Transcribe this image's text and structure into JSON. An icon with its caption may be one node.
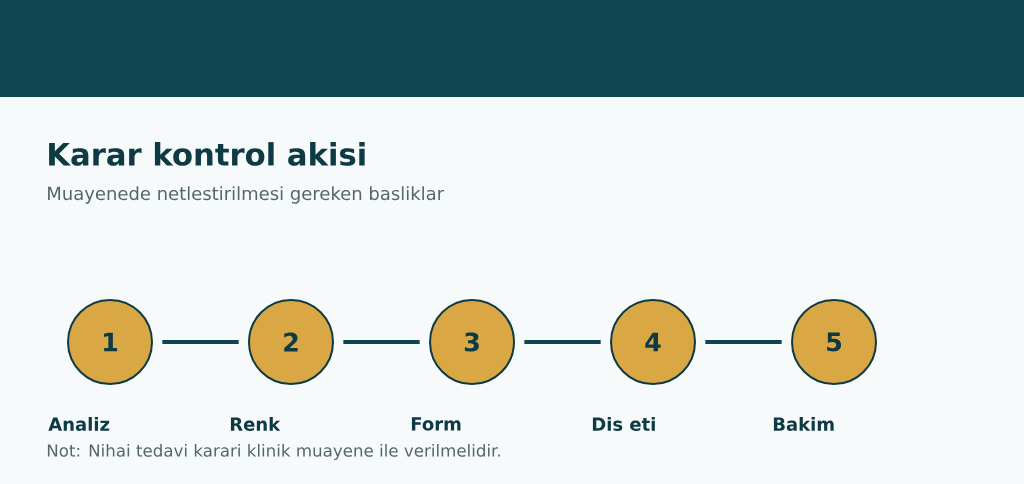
{
  "diagram": {
    "title": "Karar kontrol akisi",
    "nodes": [
      {
        "text": [
          "1"
        ],
        "beside": [
          "Analiz"
        ]
      },
      {
        "text": [
          "2"
        ],
        "beside": [
          "Renk"
        ]
      },
      {
        "text": [
          "3"
        ],
        "beside": [
          "Form"
        ]
      },
      {
        "text": [
          "4"
        ],
        "beside": [
          "Dis eti"
        ]
      },
      {
        "text": [
          "5"
        ],
        "beside": [
          "Bakim"
        ]
      }
    ],
    "edges": [
      {
        "from": 0,
        "to": 1,
        "arrow": "none"
      },
      {
        "from": 1,
        "to": 2,
        "arrow": "none"
      },
      {
        "from": 2,
        "to": 3,
        "arrow": "none"
      },
      {
        "from": 3,
        "to": 4,
        "arrow": "none"
      }
    ],
    "labels": [
      "Muayenede netlestirilmesi gereken basliklar",
      "Not: Nihai tedavi karari klinik muayene ile verilmelidir."
    ]
  }
}
